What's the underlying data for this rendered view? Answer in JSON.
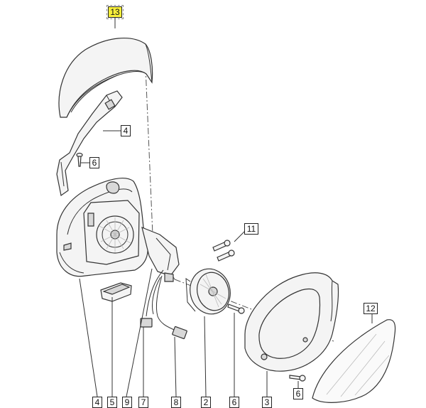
{
  "callouts": {
    "c13": "13",
    "c4a": "4",
    "c6a": "6",
    "c11": "11",
    "c12": "12",
    "c6b": "6",
    "c4b": "4",
    "c5": "5",
    "c9": "9",
    "c7": "7",
    "c8": "8",
    "c2": "2",
    "c6c": "6",
    "c3": "3"
  }
}
